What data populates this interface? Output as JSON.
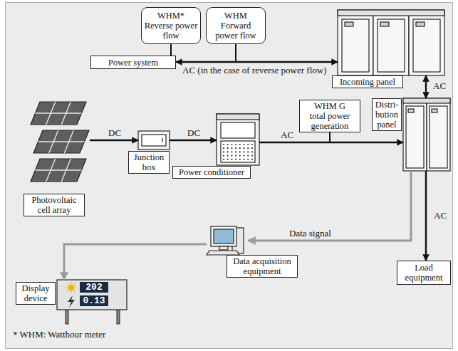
{
  "diagram": {
    "nodes": [
      {
        "text": [
          "WHM*",
          "Reverse power flow"
        ]
      },
      {
        "text": [
          "WHM",
          "Forward power flow"
        ]
      },
      {
        "text": [
          "Power system"
        ]
      },
      {
        "text": [
          "Incoming panel"
        ]
      },
      {
        "text": [
          "Photovoltaic cell array"
        ]
      },
      {
        "text": [
          "Junction box"
        ]
      },
      {
        "text": [
          "Power conditioner"
        ]
      },
      {
        "text": [
          "WHM G",
          "total power generation"
        ]
      },
      {
        "text": [
          "Distri- bution panel"
        ]
      },
      {
        "text": [
          "Data acquisition equipment"
        ]
      },
      {
        "text": [
          "Display device"
        ]
      },
      {
        "text": [
          "Load equipment"
        ]
      }
    ],
    "edges": [
      {
        "from": 2,
        "to": 3,
        "arrow": "both",
        "label": "AC (in the case of reverse power flow)"
      },
      {
        "from": 3,
        "to": 8,
        "arrow": "both",
        "label": "AC"
      },
      {
        "from": 4,
        "to": 5,
        "arrow": "to",
        "label": "DC"
      },
      {
        "from": 5,
        "to": 6,
        "arrow": "to",
        "label": "DC"
      },
      {
        "from": 6,
        "to": 8,
        "arrow": "to",
        "label": "AC"
      },
      {
        "from": 8,
        "to": 11,
        "arrow": "to",
        "label": "AC"
      },
      {
        "from": 8,
        "to": 9,
        "arrow": "to",
        "label": "Data signal"
      },
      {
        "from": 9,
        "to": 10,
        "arrow": "to"
      }
    ],
    "labels": [
      "202",
      "0.13",
      "* WHM: Watthour meter"
    ]
  }
}
